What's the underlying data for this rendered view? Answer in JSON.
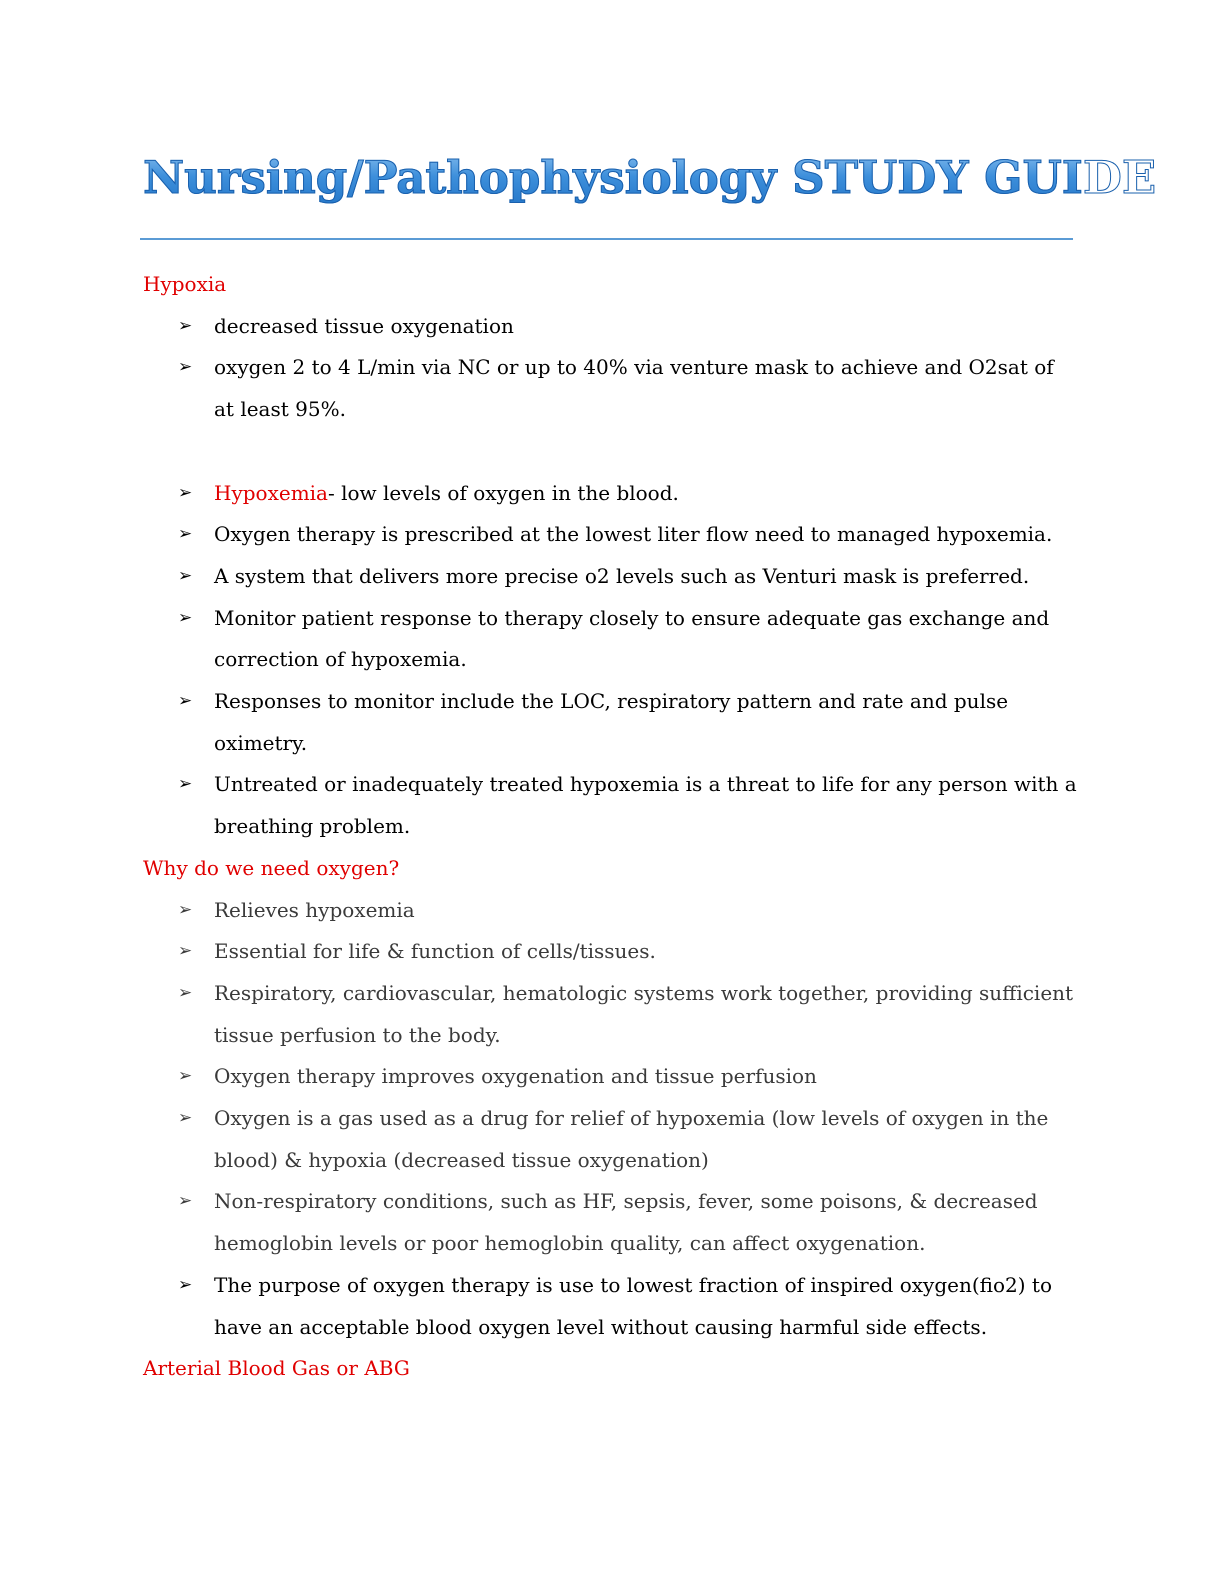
{
  "title": "Nursing/Pathophysiology STUDY GUIDE",
  "bullet_glyph": "➢",
  "sections": [
    {
      "heading": "Hypoxia",
      "items": [
        "decreased tissue oxygenation",
        "oxygen 2 to 4 L/min via NC or up to 40% via venture mask to achieve and O2sat of at least 95%."
      ]
    },
    {
      "items": [
        {
          "term": "Hypoxemia",
          "rest": "- low levels of oxygen in the blood."
        },
        "Oxygen therapy is prescribed at the lowest liter flow need to managed hypoxemia.",
        "A system that delivers more precise o2 levels such as Venturi mask is preferred.",
        "Monitor patient response to therapy closely to ensure adequate gas exchange and correction of hypoxemia.",
        "Responses to monitor include the LOC, respiratory pattern and rate and pulse oximetry.",
        "Untreated or inadequately treated hypoxemia is a threat to life for any person with a breathing problem."
      ]
    },
    {
      "heading": "Why do we need oxygen?",
      "items": [
        "Relieves hypoxemia",
        "Essential for life & function of cells/tissues.",
        "Respiratory, cardiovascular, hematologic systems work together, providing sufficient tissue perfusion to the body.",
        "Oxygen therapy improves oxygenation and tissue perfusion",
        "Oxygen is a gas used as a drug for relief of hypoxemia (low levels of oxygen in the blood) & hypoxia (decreased tissue oxygenation)",
        "Non-respiratory conditions, such as HF, sepsis, fever, some poisons, & decreased hemoglobin levels or poor hemoglobin quality, can affect oxygenation.",
        "The purpose of oxygen therapy is use to lowest fraction of inspired oxygen(fio2) to have an acceptable blood oxygen level without causing harmful side effects."
      ]
    },
    {
      "heading": "Arterial Blood Gas or ABG"
    }
  ],
  "colors": {
    "heading": "#e00000",
    "title_gradient_top": "#a8d3f7",
    "title_gradient_bottom": "#1c6ec2",
    "rule": "#5b9bd5",
    "body_text": "#000000",
    "muted_text": "#3a3a3a"
  }
}
